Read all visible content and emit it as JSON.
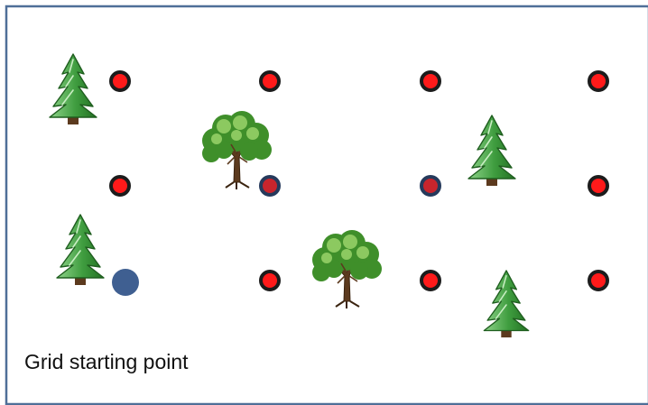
{
  "caption": "Grid starting point",
  "colors": {
    "frame": "#4f6f98",
    "grid_point_fill": "#ff1a1a",
    "grid_point_ring": "#1c1c1c",
    "visited_point_fill": "#c8252d",
    "visited_point_ring": "#263a5c",
    "start_point_fill": "#3f5f91",
    "pine_dark": "#2f8a2f",
    "pine_light": "#8fd38a",
    "trunk": "#5c3a1e",
    "leaf_dark": "#3f8f2a",
    "leaf_light": "#9ad36a"
  },
  "grid": {
    "rows": [
      [
        "point",
        "point",
        "point",
        "point"
      ],
      [
        "point",
        "visited",
        "visited",
        "point"
      ],
      [
        "start",
        "point",
        "point",
        "point"
      ]
    ]
  },
  "trees": [
    {
      "kind": "pine",
      "icon": "pine-tree-icon"
    },
    {
      "kind": "leafy",
      "icon": "leafy-tree-icon"
    },
    {
      "kind": "pine",
      "icon": "pine-tree-icon"
    },
    {
      "kind": "pine",
      "icon": "pine-tree-icon"
    },
    {
      "kind": "leafy",
      "icon": "leafy-tree-icon"
    },
    {
      "kind": "pine",
      "icon": "pine-tree-icon"
    }
  ]
}
